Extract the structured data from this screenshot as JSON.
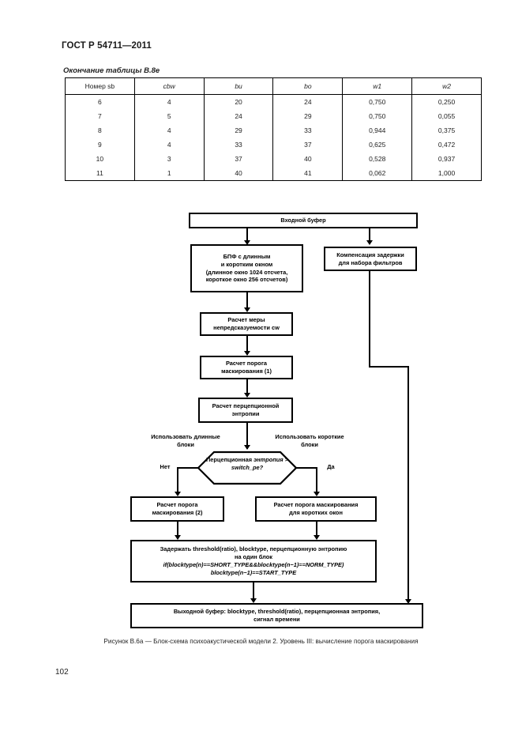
{
  "document": {
    "standard_title": "ГОСТ Р 54711—2011",
    "page_number": "102"
  },
  "table": {
    "caption": "Окончание таблицы В.8е",
    "columns": [
      "Номер sb",
      "cbw",
      "bu",
      "bo",
      "w1",
      "w2"
    ],
    "rows": [
      [
        "6",
        "4",
        "20",
        "24",
        "0,750",
        "0,250"
      ],
      [
        "7",
        "5",
        "24",
        "29",
        "0,750",
        "0,055"
      ],
      [
        "8",
        "4",
        "29",
        "33",
        "0,944",
        "0,375"
      ],
      [
        "9",
        "4",
        "33",
        "37",
        "0,625",
        "0,472"
      ],
      [
        "10",
        "3",
        "37",
        "40",
        "0,528",
        "0,937"
      ],
      [
        "11",
        "1",
        "40",
        "41",
        "0,062",
        "1,000"
      ]
    ]
  },
  "flowchart": {
    "nodes": {
      "input_buffer": "Входной буфер",
      "fft": {
        "line1": "БПФ с длинным",
        "line2": "и коротким окном",
        "line3": "(длинное окно 1024 отсчета,",
        "line4": "короткое окно 256 отсчетов)"
      },
      "delay_compensation": {
        "line1": "Компенсация задержки",
        "line2": "для набора фильтров"
      },
      "unpredictability": {
        "line1": "Расчет меры",
        "line2": "непредсказуемости cw"
      },
      "masking_threshold_1": {
        "line1": "Расчет порога",
        "line2": "маскирования (1)"
      },
      "perceptual_entropy": {
        "line1": "Расчет перцепционной",
        "line2": "энтропии"
      },
      "decision": {
        "line1": "Перцепционная",
        "line2": "энтропия > switch_pe?"
      },
      "masking_threshold_2": {
        "line1": "Расчет порога",
        "line2": "маскирования (2)"
      },
      "masking_threshold_short": {
        "line1": "Расчет порога маскирования",
        "line2": "для коротких окон"
      },
      "delay_block": {
        "line1": "Задержать threshold(ratio), blocktype, перцепционную энтропию",
        "line2": "на один блок",
        "line3": "if(blocktype(n)==SHORT_TYPE&&blocktype(n−1)==NORM_TYPE)",
        "line4": "blocktype(n−1)==START_TYPE"
      },
      "output_buffer": {
        "line1": "Выходной буфер: blocktype, threshold(ratio), перцепционная энтропия,",
        "line2": "сигнал времени"
      }
    },
    "edge_labels": {
      "use_long_blocks": {
        "line1": "Использовать",
        "line2": "длинные блоки"
      },
      "use_short_blocks": {
        "line1": "Использовать",
        "line2": "короткие блоки"
      },
      "no": "Нет",
      "yes": "Да"
    }
  },
  "figure": {
    "caption": "Рисунок В.6а — Блок-схема психоакустической модели 2. Уровень III: вычисление порога маскирования"
  }
}
